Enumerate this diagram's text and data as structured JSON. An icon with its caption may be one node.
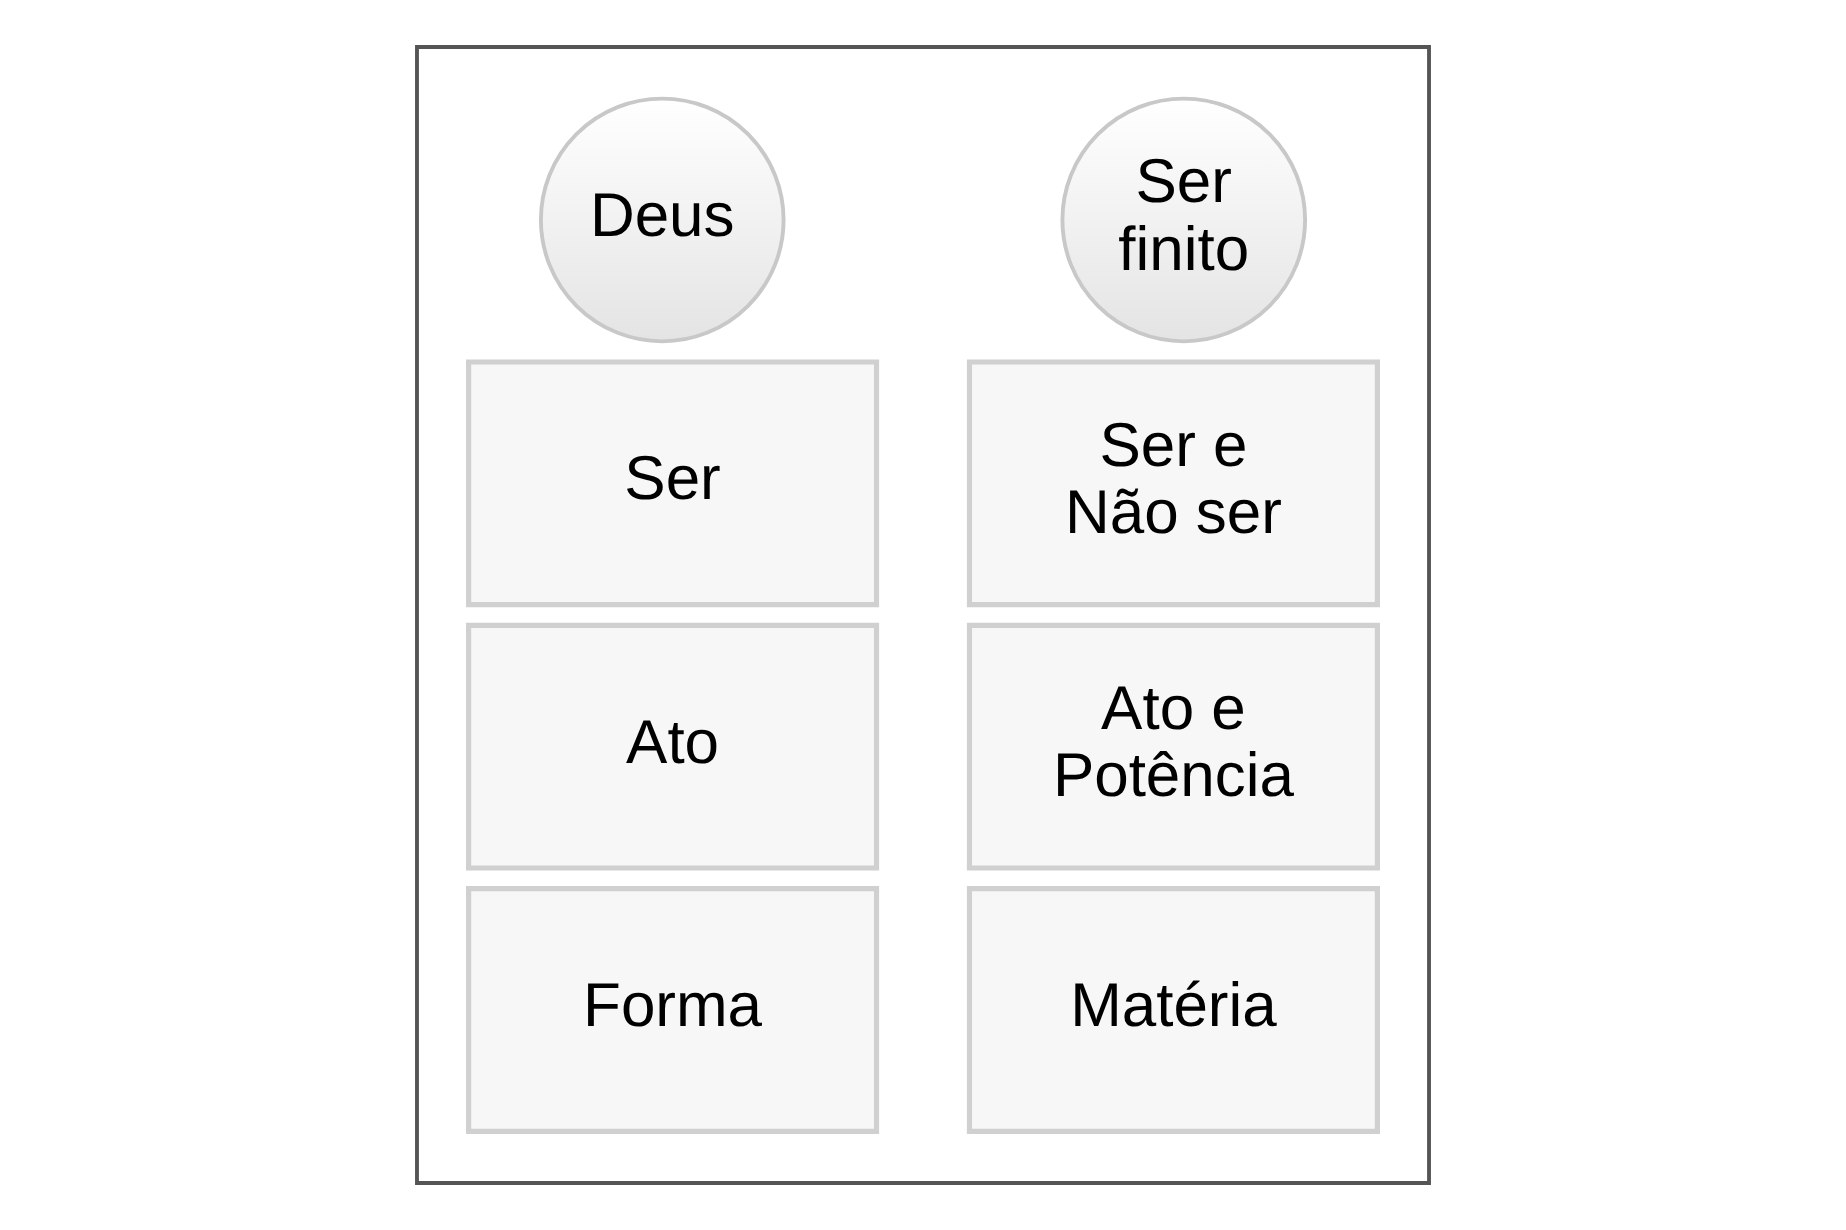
{
  "diagram": {
    "nodes": [
      {
        "text": [],
        "shape": "box"
      },
      {
        "text": [
          "Deus"
        ],
        "in": 0
      },
      {
        "text": [
          "Ser"
        ],
        "in": 0
      },
      {
        "text": [
          "Ato"
        ],
        "in": 0
      },
      {
        "text": [
          "Forma"
        ],
        "in": 0
      },
      {
        "text": [
          "Ser finito"
        ],
        "in": 0
      },
      {
        "text": [
          "Ser e Não ser"
        ],
        "in": 0
      },
      {
        "text": [
          "Ato e Potência"
        ],
        "in": 0
      },
      {
        "text": [
          "Matéria"
        ],
        "in": 0
      }
    ]
  }
}
